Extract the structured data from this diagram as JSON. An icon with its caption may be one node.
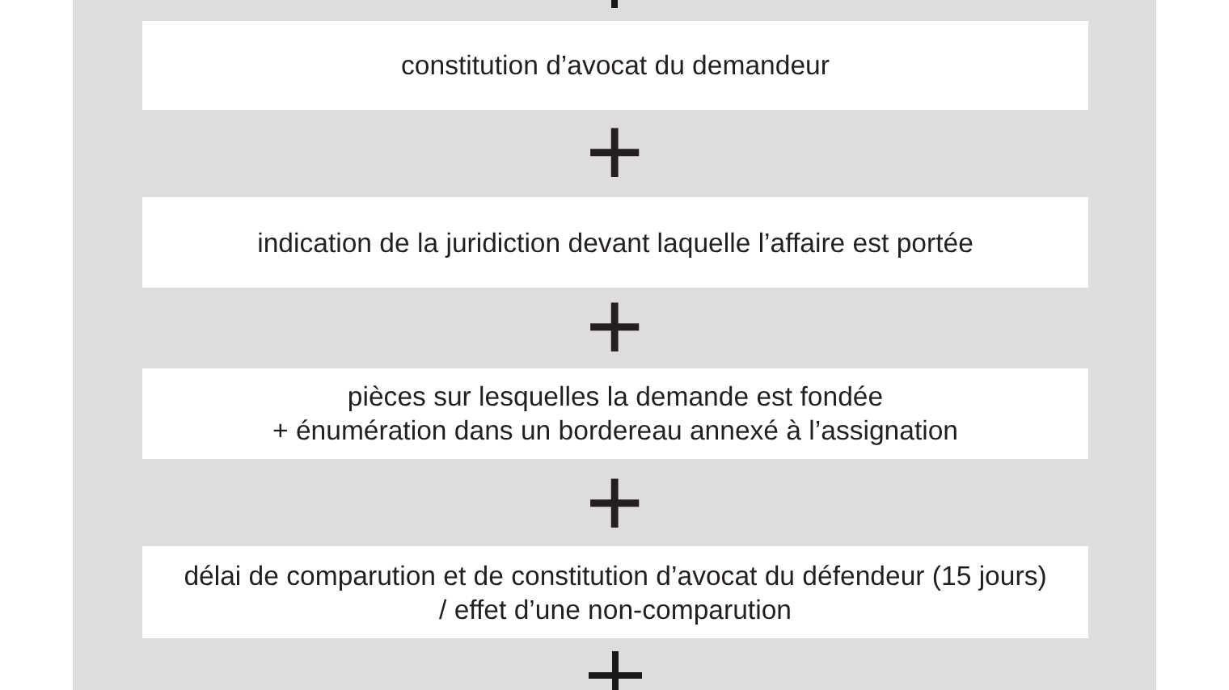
{
  "diagram": {
    "nodes": [
      {
        "text": [
          "constitution d’avocat du demandeur"
        ]
      },
      {
        "text": [
          "indication de la juridiction devant laquelle l’affaire est portée"
        ]
      },
      {
        "text": [
          "pièces sur lesquelles la demande est fondée",
          "+ énumération dans un bordereau annexé à l’assignation"
        ]
      },
      {
        "text": [
          "délai de comparution et de constitution d’avocat du défendeur (15 jours)",
          "/ effet d’une non-comparution"
        ]
      }
    ],
    "labels": [
      "+",
      "+",
      "+"
    ]
  }
}
